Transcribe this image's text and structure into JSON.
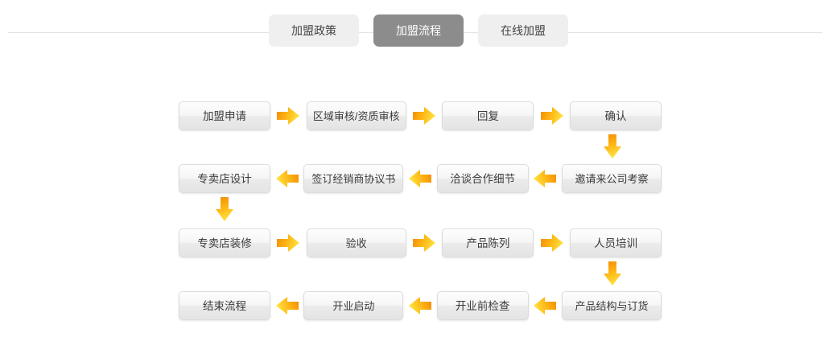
{
  "tabs": {
    "items": [
      {
        "label": "加盟政策",
        "active": false
      },
      {
        "label": "加盟流程",
        "active": true
      },
      {
        "label": "在线加盟",
        "active": false
      }
    ]
  },
  "colors": {
    "tab_active_bg": "#8c8c8c",
    "tab_inactive_bg": "#efefef",
    "tab_active_text": "#ffffff",
    "tab_inactive_text": "#444444",
    "rule": "#e3e3e3",
    "node_text": "#3c3c3c",
    "node_border": "#dcdcdc",
    "arrow_dark": "#f2920a",
    "arrow_mid": "#fcb01a",
    "arrow_light": "#ffe34a",
    "page_bg": "#ffffff"
  },
  "flow": {
    "rows": [
      {
        "direction": "right",
        "nodes": [
          {
            "label": "加盟申请"
          },
          {
            "label": "区域审核/资质审核"
          },
          {
            "label": "回复"
          },
          {
            "label": "确认"
          }
        ],
        "connectors": [
          "arrow-right",
          "arrow-right",
          "arrow-right"
        ]
      },
      {
        "direction": "left",
        "nodes": [
          {
            "label": "专卖店设计"
          },
          {
            "label": "签订经销商协议书"
          },
          {
            "label": "洽谈合作细节"
          },
          {
            "label": "邀请来公司考察"
          }
        ],
        "connectors": [
          "arrow-left",
          "arrow-left",
          "arrow-left"
        ]
      },
      {
        "direction": "right",
        "nodes": [
          {
            "label": "专卖店装修"
          },
          {
            "label": "验收"
          },
          {
            "label": "产品陈列"
          },
          {
            "label": "人员培训"
          }
        ],
        "connectors": [
          "arrow-right",
          "arrow-right",
          "arrow-right"
        ]
      },
      {
        "direction": "left",
        "nodes": [
          {
            "label": "结束流程"
          },
          {
            "label": "开业启动"
          },
          {
            "label": "开业前检查"
          },
          {
            "label": "产品结构与订货"
          }
        ],
        "connectors": [
          "arrow-left",
          "arrow-left",
          "arrow-left"
        ]
      }
    ],
    "vertical_connectors": [
      {
        "name": "arrow-down-confirm",
        "from": "确认",
        "to": "邀请来公司考察"
      },
      {
        "name": "arrow-down-design",
        "from": "专卖店设计",
        "to": "专卖店装修"
      },
      {
        "name": "arrow-down-train",
        "from": "人员培训",
        "to": "产品结构与订货"
      }
    ]
  }
}
